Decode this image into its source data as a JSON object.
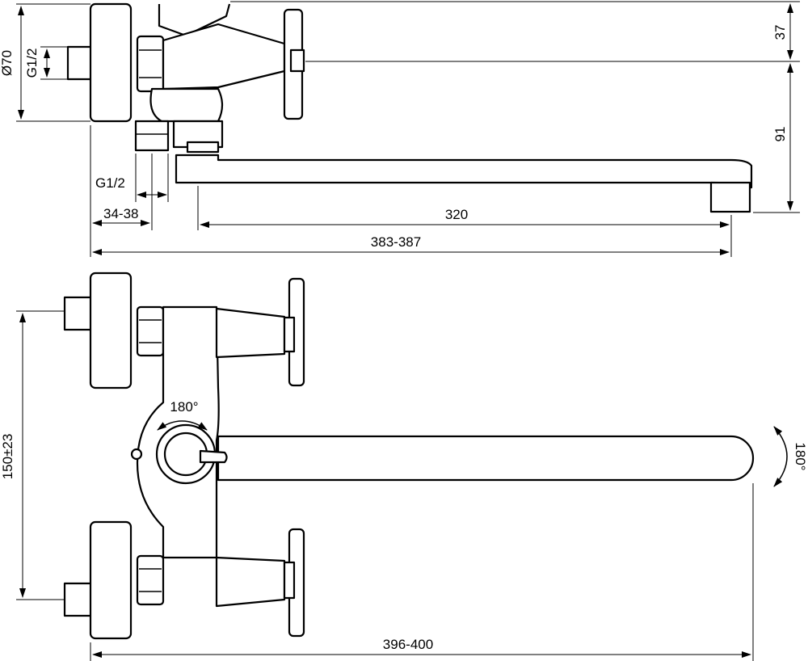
{
  "dimensions": {
    "top_dia": "Ø70",
    "top_thread_inlet": "G1/2",
    "top_thread_outlet": "G1/2",
    "top_offset": "34-38",
    "spout_length": "320",
    "total_depth": "383-387",
    "height_top": "37",
    "height_spout": "91",
    "centers": "150±23",
    "lever_rotation": "180°",
    "spout_rotation": "180°",
    "total_width": "396-400"
  }
}
